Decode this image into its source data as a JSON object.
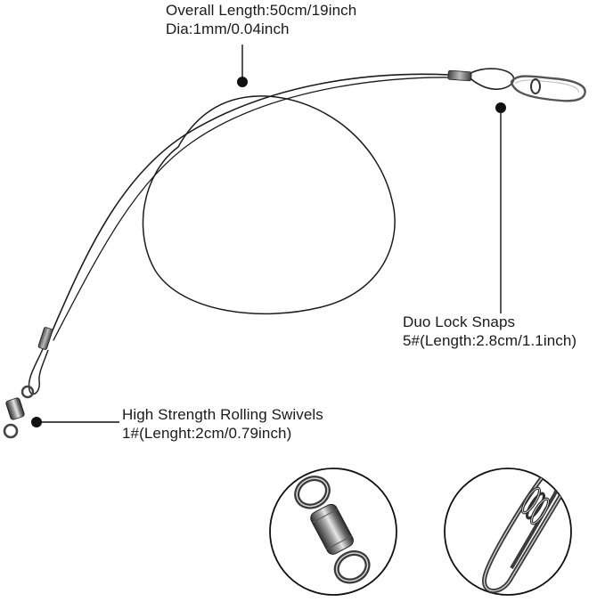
{
  "callouts": {
    "wire": {
      "line1": "Overall Length:50cm/19inch",
      "line2": "Dia:1mm/0.04inch"
    },
    "snap": {
      "line1": "Duo Lock Snaps",
      "line2": "5#(Length:2.8cm/1.1inch)"
    },
    "swivel": {
      "line1": "High Strength Rolling Swivels",
      "line2": "1#(Lenght:2cm/0.79inch)"
    }
  },
  "colors": {
    "wire": "#1c1c1c",
    "leader_line": "#111111",
    "metal_dark": "#3a3a3a",
    "metal_mid": "#8a8a8a",
    "metal_light": "#d8d8d8",
    "text": "#1a1a1a"
  }
}
